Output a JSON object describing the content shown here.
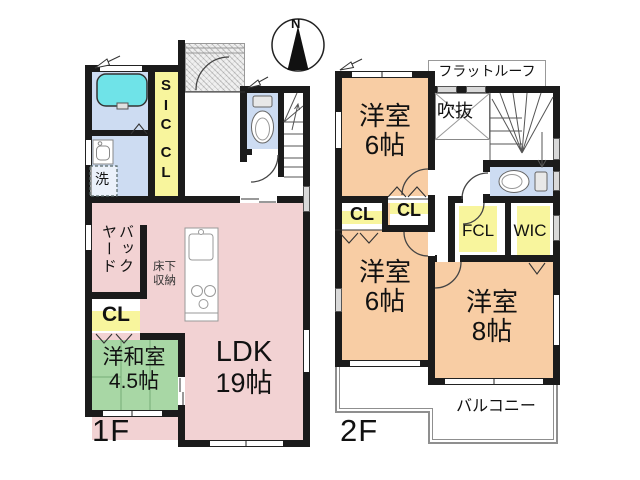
{
  "compass": {
    "north": "N"
  },
  "floor1": {
    "label": "1F",
    "ldk": {
      "name": "LDK",
      "size": "19帖"
    },
    "washitsu": {
      "name": "洋和室",
      "size": "4.5帖"
    },
    "closet": "CL",
    "shoe_closet": "SIC",
    "corridor_closet": "CL",
    "backyard": "バックヤード",
    "floor_storage": "床下収納",
    "laundry": "洗"
  },
  "floor2": {
    "label": "2F",
    "bedroom_north": {
      "name": "洋室",
      "size": "6帖"
    },
    "bedroom_southwest": {
      "name": "洋室",
      "size": "6帖"
    },
    "bedroom_southeast": {
      "name": "洋室",
      "size": "8帖"
    },
    "void": "吹抜",
    "flat_roof": "フラットルーフ",
    "balcony": "バルコニー",
    "closet_left": "CL",
    "closet_right": "CL",
    "family_closet": "FCL",
    "walkin_closet": "WIC"
  },
  "colors": {
    "wall": "#1b1b1b",
    "ldk_pink": "#f2d2d3",
    "bedroom_orange": "#f8cda4",
    "tatami_green": "#a8d7a5",
    "closet_yellow": "#f8f59d",
    "water_blue": "#cddcf2",
    "bathtub_cyan": "#6fe3e8"
  }
}
